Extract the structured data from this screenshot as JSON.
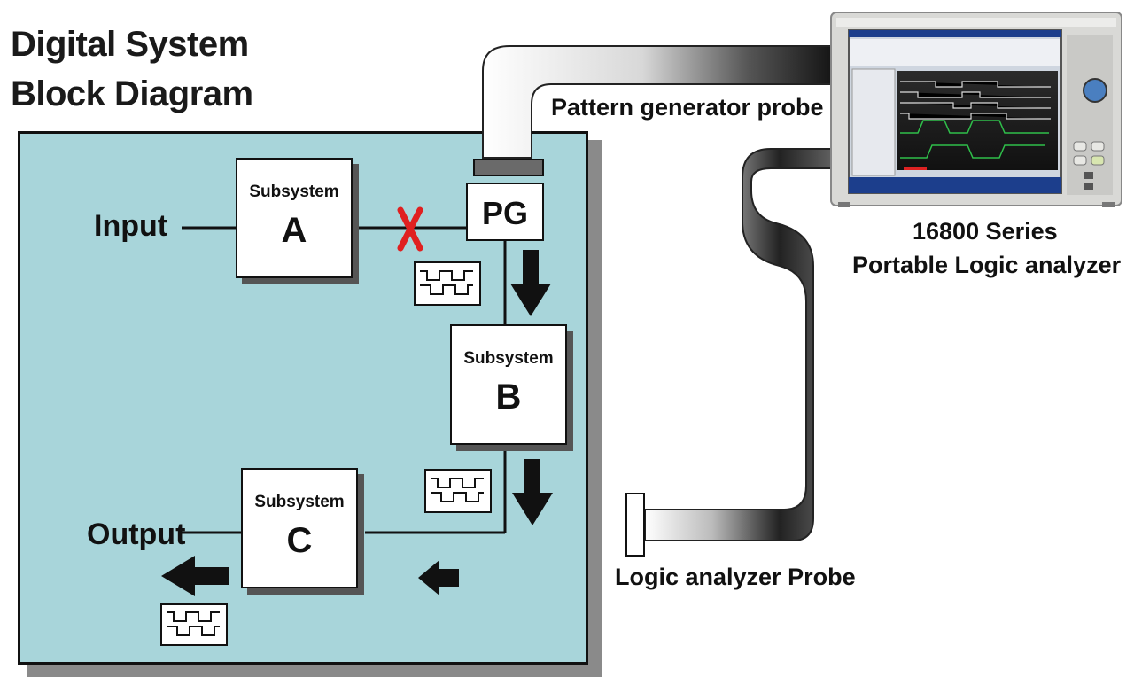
{
  "title": {
    "line1": "Digital System",
    "line2": "Block Diagram"
  },
  "blocks": {
    "a": {
      "sub": "Subsystem",
      "letter": "A"
    },
    "b": {
      "sub": "Subsystem",
      "letter": "B"
    },
    "c": {
      "sub": "Subsystem",
      "letter": "C"
    },
    "pg": {
      "label": "PG"
    }
  },
  "labels": {
    "input": "Input",
    "output": "Output",
    "pg_probe": "Pattern generator probe",
    "la_probe": "Logic analyzer Probe",
    "analyzer_line1": "16800 Series",
    "analyzer_line2": "Portable Logic analyzer"
  },
  "colors": {
    "panel": "#a8d5da",
    "break_mark": "#e02020"
  }
}
